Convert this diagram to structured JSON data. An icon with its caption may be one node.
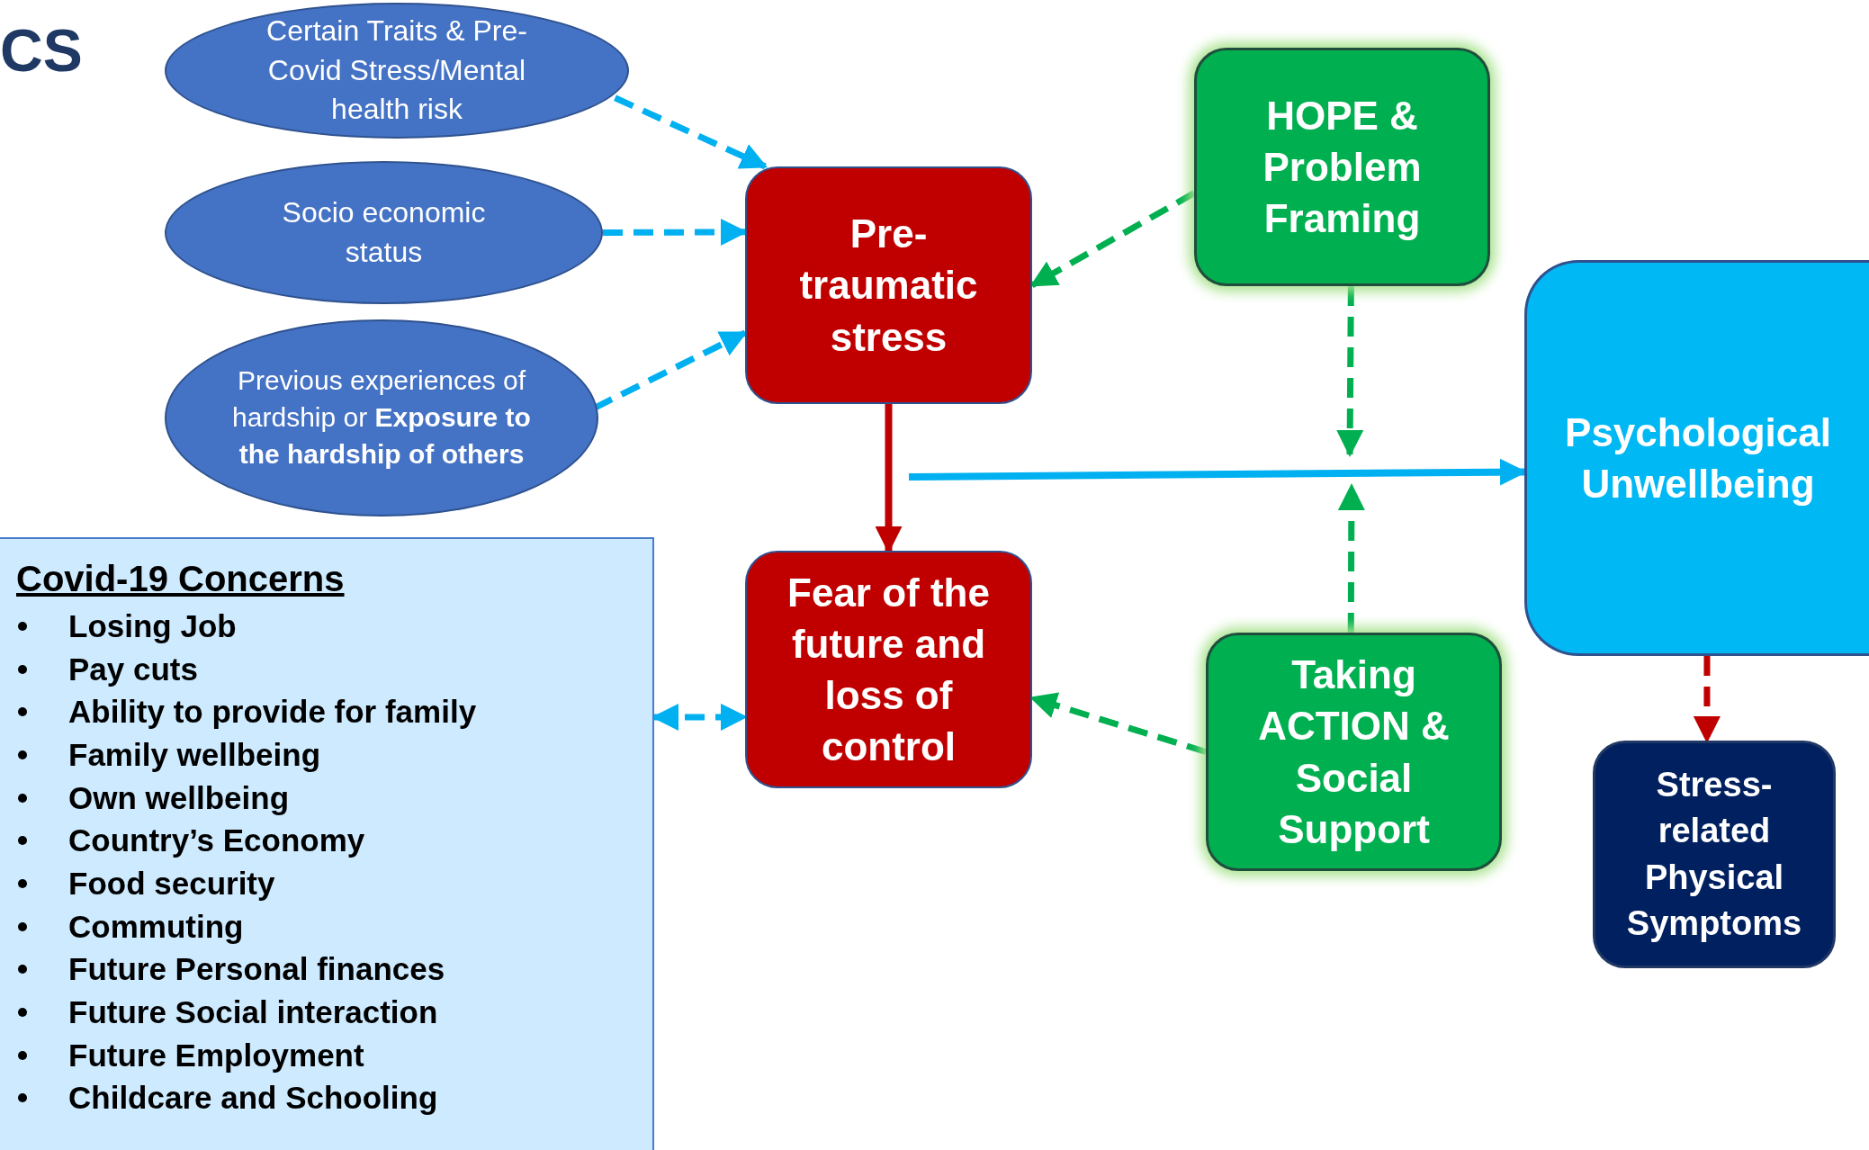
{
  "diagram": {
    "title": "CS",
    "nodes": [
      {
        "text": [
          "Certain Traits & Pre-Covid Stress/Mental health risk"
        ]
      },
      {
        "text": [
          "Socio economic status"
        ]
      },
      {
        "text": [
          "Previous experiences of hardship or **Exposure to the hardship of others**"
        ]
      },
      {
        "text": [
          "Pre-traumatic stress"
        ]
      },
      {
        "text": [
          "HOPE & Problem Framing"
        ]
      },
      {
        "text": [
          "Psychological Unwellbeing"
        ]
      },
      {
        "text": [
          "Covid-19 Concerns",
          "Losing Job",
          "Pay cuts",
          "Ability to provide for family",
          "Family wellbeing",
          "Own wellbeing",
          "Country’s Economy",
          "Food security",
          "Commuting",
          "Future Personal finances",
          "Future Social interaction",
          "Future Employment",
          "Childcare and Schooling"
        ]
      },
      {
        "text": [
          "Fear of the future and loss of control"
        ]
      },
      {
        "text": [
          "Taking ACTION & Social Support"
        ]
      },
      {
        "text": [
          "Stress-related Physical Symptoms"
        ]
      }
    ],
    "edges": [
      {
        "from": 0,
        "to": 3,
        "arrow": "to",
        "style": "dashed"
      },
      {
        "from": 1,
        "to": 3,
        "arrow": "to",
        "style": "dashed"
      },
      {
        "from": 2,
        "to": 3,
        "arrow": "to",
        "style": "dashed"
      },
      {
        "from": 4,
        "to": 3,
        "arrow": "to",
        "style": "dashed",
        "color": "#00b050"
      },
      {
        "from": 3,
        "to": 7,
        "arrow": "to",
        "color": "#c00000"
      },
      {
        "from": 6,
        "to": 7,
        "arrow": "both",
        "style": "dashed"
      },
      {
        "from": 8,
        "to": 7,
        "arrow": "to",
        "style": "dashed",
        "color": "#00b050"
      },
      {
        "from": null,
        "to": 5,
        "arrow": "to"
      },
      {
        "from": 4,
        "to": null,
        "arrow": "to",
        "style": "dashed",
        "color": "#00b050"
      },
      {
        "from": 8,
        "to": null,
        "arrow": "to",
        "style": "dashed",
        "color": "#00b050"
      },
      {
        "from": 5,
        "to": 9,
        "arrow": "to",
        "style": "dashed",
        "color": "#c00000"
      }
    ]
  }
}
